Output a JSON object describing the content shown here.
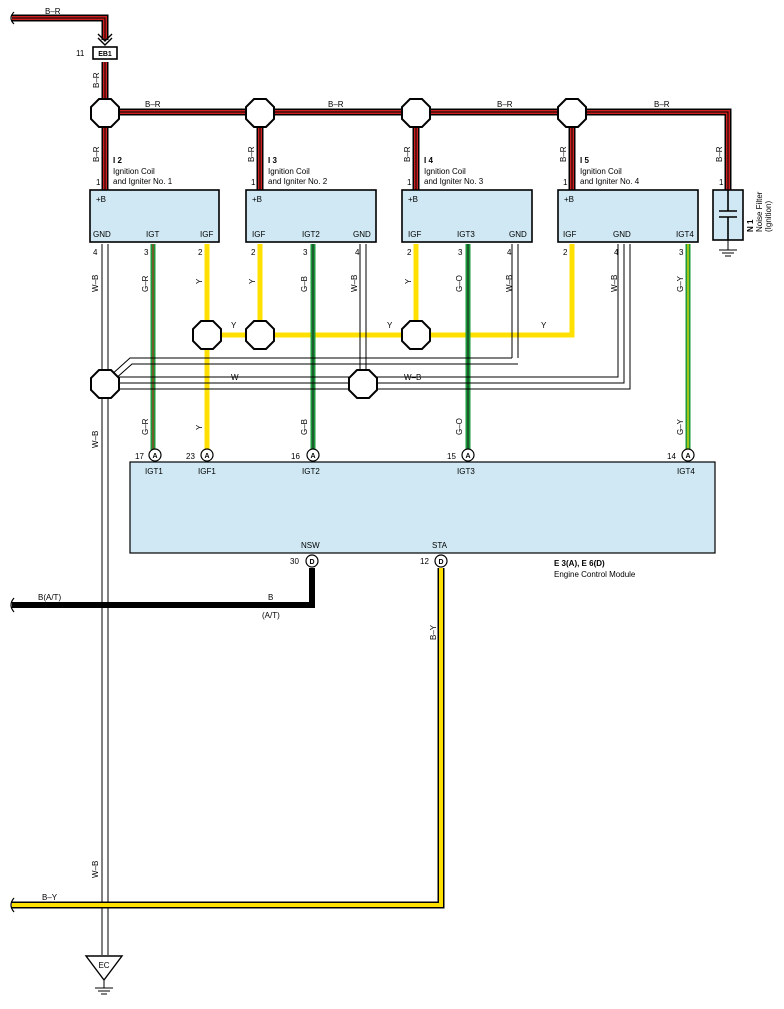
{
  "wire_colors": {
    "B-R": "#cc1f1f",
    "B-R-core": "#000000",
    "Y": "#ffe000",
    "G": "#1a9a3a",
    "W": "#ffffff",
    "B": "#000000",
    "B-Y": "#ffe000",
    "box_fill": "#cfe8f3"
  },
  "labels": {
    "br": "B–R",
    "y": "Y",
    "w": "W",
    "wb": "W–B",
    "gr": "G–R",
    "gb": "G–B",
    "go": "G–O",
    "gy": "G–Y",
    "b": "B",
    "bat": "B(A/T)",
    "at": "(A/T)",
    "by": "B–Y"
  },
  "fuse": {
    "pin": "11",
    "name": "EB1"
  },
  "coils": [
    {
      "id": "I 2",
      "name1": "Ignition Coil",
      "name2": "and Igniter No. 1",
      "plus": "+B",
      "pin_plus": "1",
      "t1": "GND",
      "t2": "IGT",
      "t3": "IGF",
      "p1": "4",
      "p2": "3",
      "p3": "2"
    },
    {
      "id": "I 3",
      "name1": "Ignition Coil",
      "name2": "and Igniter No. 2",
      "plus": "+B",
      "pin_plus": "1",
      "t1": "IGF",
      "t2": "IGT2",
      "t3": "GND",
      "p1": "2",
      "p2": "3",
      "p3": "4"
    },
    {
      "id": "I 4",
      "name1": "Ignition Coil",
      "name2": "and Igniter No. 3",
      "plus": "+B",
      "pin_plus": "1",
      "t1": "IGF",
      "t2": "IGT3",
      "t3": "GND",
      "p1": "2",
      "p2": "3",
      "p3": "4"
    },
    {
      "id": "I 5",
      "name1": "Ignition Coil",
      "name2": "and Igniter No. 4",
      "plus": "+B",
      "pin_plus": "1",
      "t1": "IGF",
      "t2": "GND",
      "t3": "IGT4",
      "p1": "2",
      "p2": "4",
      "p3": "3"
    }
  ],
  "noise_filter": {
    "id": "N 1",
    "name1": "Noise Filter",
    "name2": "(Ignition)",
    "pin": "1"
  },
  "ecm": {
    "title": "E 3(A), E 6(D)",
    "name": "Engine Control Module",
    "pins": [
      {
        "num": "17",
        "conn": "A",
        "name": "IGT1"
      },
      {
        "num": "23",
        "conn": "A",
        "name": "IGF1"
      },
      {
        "num": "16",
        "conn": "A",
        "name": "IGT2"
      },
      {
        "num": "15",
        "conn": "A",
        "name": "IGT3"
      },
      {
        "num": "14",
        "conn": "A",
        "name": "IGT4"
      },
      {
        "num": "30",
        "conn": "D",
        "name": "NSW"
      },
      {
        "num": "12",
        "conn": "D",
        "name": "STA"
      }
    ]
  },
  "ground": {
    "name": "EC"
  }
}
